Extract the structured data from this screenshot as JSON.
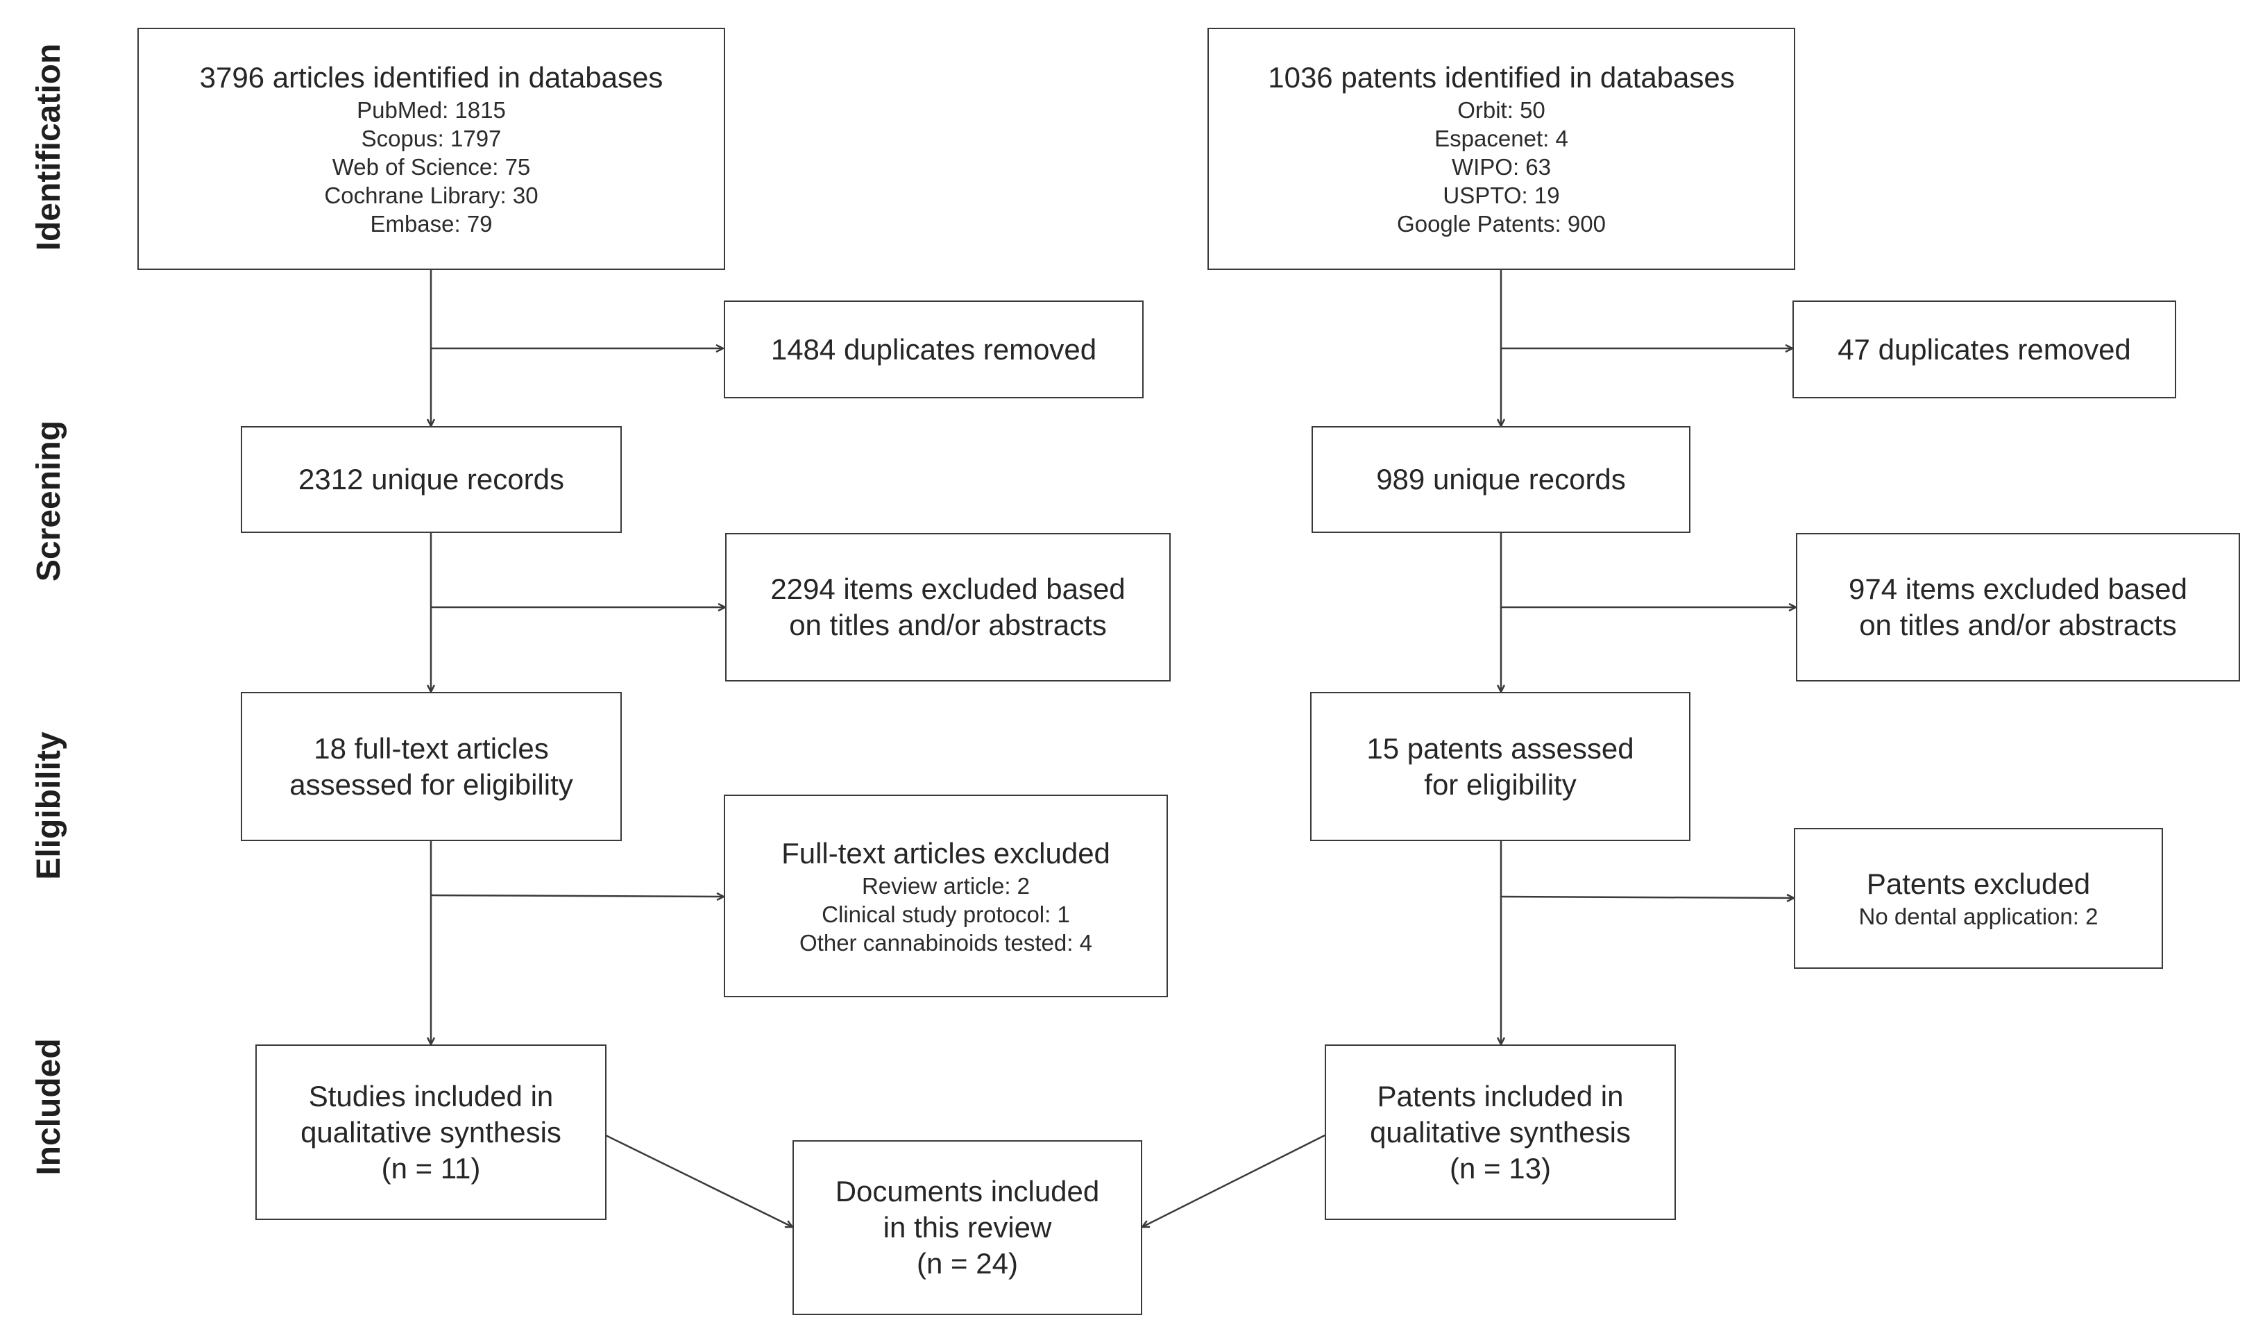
{
  "stages": {
    "identification": "Identification",
    "screening": "Screening",
    "eligibility": "Eligibility",
    "included": "Included"
  },
  "articles": {
    "identified": {
      "title": "3796 articles identified in databases",
      "sources": [
        "PubMed: 1815",
        "Scopus: 1797",
        "Web of Science: 75",
        "Cochrane Library: 30",
        "Embase: 79"
      ]
    },
    "duplicates": "1484 duplicates removed",
    "unique": "2312 unique records",
    "excluded_screening": [
      "2294 items excluded based",
      "on titles and/or abstracts"
    ],
    "assessed": [
      "18 full-text articles",
      "assessed for eligibility"
    ],
    "excluded_eligibility": {
      "title": "Full-text articles excluded",
      "reasons": [
        "Review article: 2",
        "Clinical study protocol: 1",
        "Other cannabinoids tested: 4"
      ]
    },
    "included": [
      "Studies included in",
      "qualitative synthesis",
      "(n = 11)"
    ]
  },
  "patents": {
    "identified": {
      "title": "1036 patents identified in databases",
      "sources": [
        "Orbit: 50",
        "Espacenet: 4",
        "WIPO: 63",
        "USPTO: 19",
        "Google Patents: 900"
      ]
    },
    "duplicates": "47 duplicates removed",
    "unique": "989 unique records",
    "excluded_screening": [
      "974 items excluded based",
      "on titles and/or abstracts"
    ],
    "assessed": [
      "15 patents assessed",
      "for eligibility"
    ],
    "excluded_eligibility": {
      "title": "Patents excluded",
      "reasons": [
        "No dental application: 2"
      ]
    },
    "included": [
      "Patents included in",
      "qualitative synthesis",
      "(n = 13)"
    ]
  },
  "review": [
    "Documents included",
    "in this review",
    "(n = 24)"
  ]
}
